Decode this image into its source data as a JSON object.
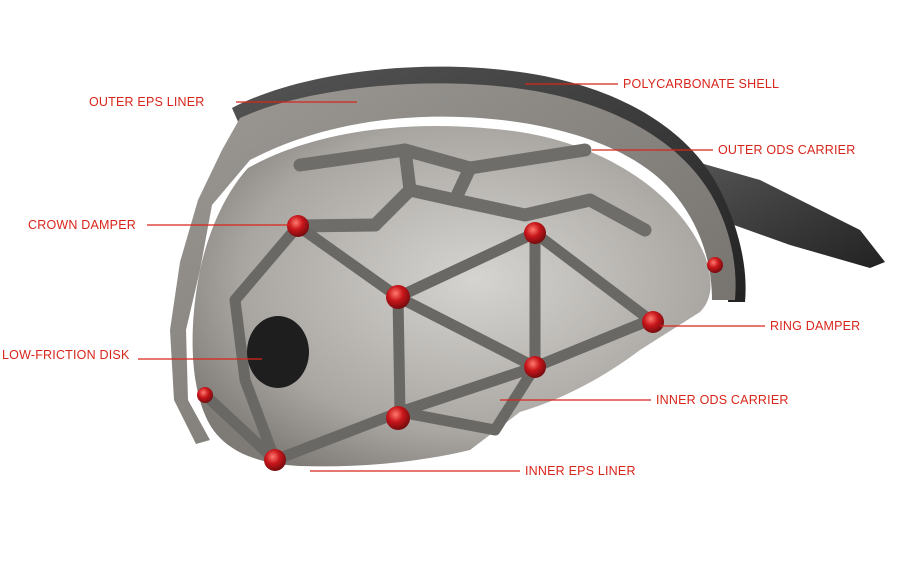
{
  "colors": {
    "label": "#d8251b",
    "leader": "#d8251b",
    "shell": "#3a3a3a",
    "eps_outer": "#8a8783",
    "eps_inner": "#b9b7b3",
    "ods_carrier": "#6f6d6a",
    "damper": "#c0161b",
    "disk": "#1e1e1e"
  },
  "labels": {
    "polycarbonate_shell": "POLYCARBONATE SHELL",
    "outer_eps_liner": "OUTER EPS LINER",
    "outer_ods_carrier": "OUTER ODS CARRIER",
    "crown_damper": "CROWN DAMPER",
    "ring_damper": "RING DAMPER",
    "low_friction_disk": "LOW-FRICTION DISK",
    "inner_ods_carrier": "INNER ODS CARRIER",
    "inner_eps_liner": "INNER EPS LINER"
  }
}
